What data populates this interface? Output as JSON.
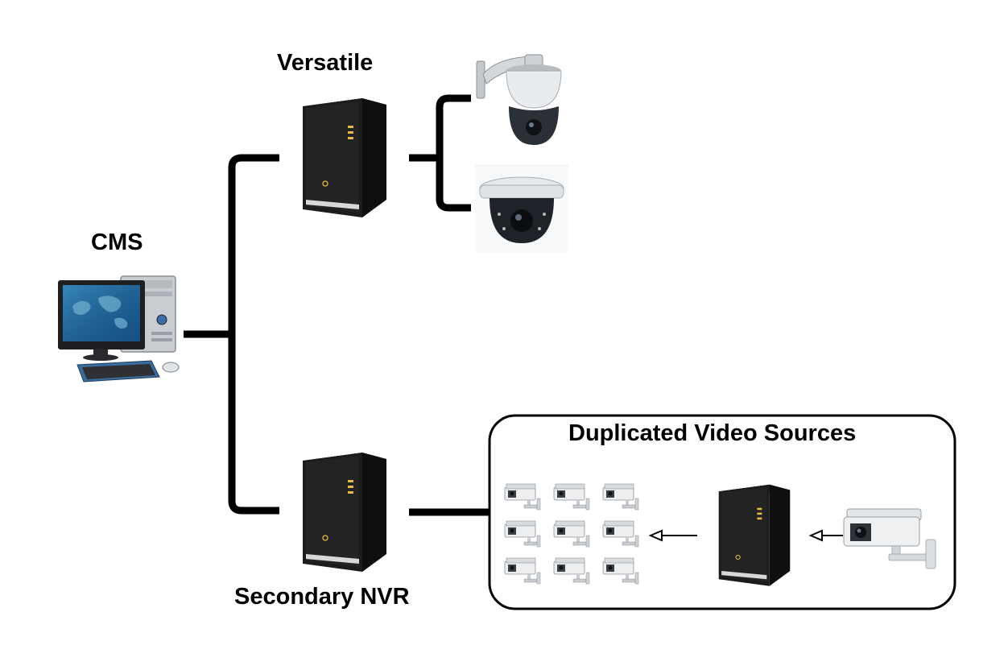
{
  "labels": {
    "cms": "CMS",
    "versatile": "Versatile",
    "secondary_nvr": "Secondary NVR",
    "duplicated_sources": "Duplicated Video Sources"
  },
  "icons": {
    "cms": "desktop-computer-icon",
    "server": "nvr-server-tower-icon",
    "ptz": "ptz-dome-camera-icon",
    "dome": "dome-camera-icon",
    "box": "box-camera-icon"
  },
  "colors": {
    "line": "#000000",
    "server_body": "#1b1b1b",
    "camera_body": "#e9ecef",
    "accent_led": "#e6b84a"
  }
}
